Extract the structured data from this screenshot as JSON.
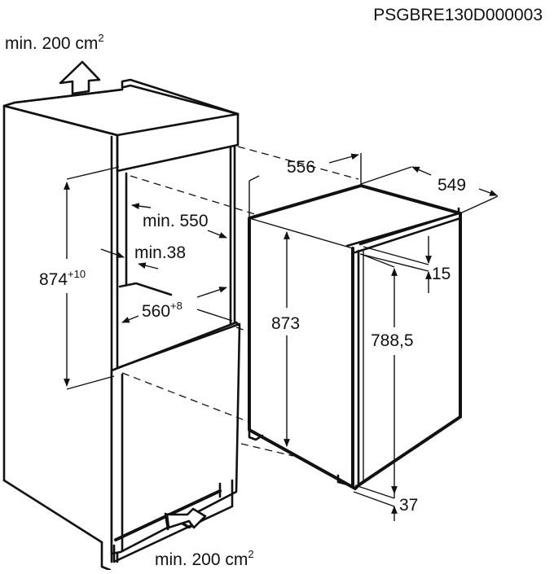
{
  "document": {
    "code": "PSGBRE130D000003",
    "type": "Built-in refrigerator installation dimensions diagram"
  },
  "niche": {
    "ventilation_top": "min. 200 cm",
    "ventilation_top_sup": "2",
    "ventilation_bottom": "min. 200 cm",
    "ventilation_bottom_sup": "2",
    "height": "874",
    "height_tolerance": "+10",
    "depth": "min. 550",
    "side_gap": "min.38",
    "width": "560",
    "width_tolerance": "+8"
  },
  "appliance": {
    "width": "556",
    "depth": "549",
    "height": "873",
    "door_height": "788,5",
    "top_offset": "15",
    "bottom_offset": "37"
  },
  "icons": {
    "vent_out": "arrow-up-outline-icon",
    "vent_in": "arrow-diagonal-outline-icon"
  }
}
